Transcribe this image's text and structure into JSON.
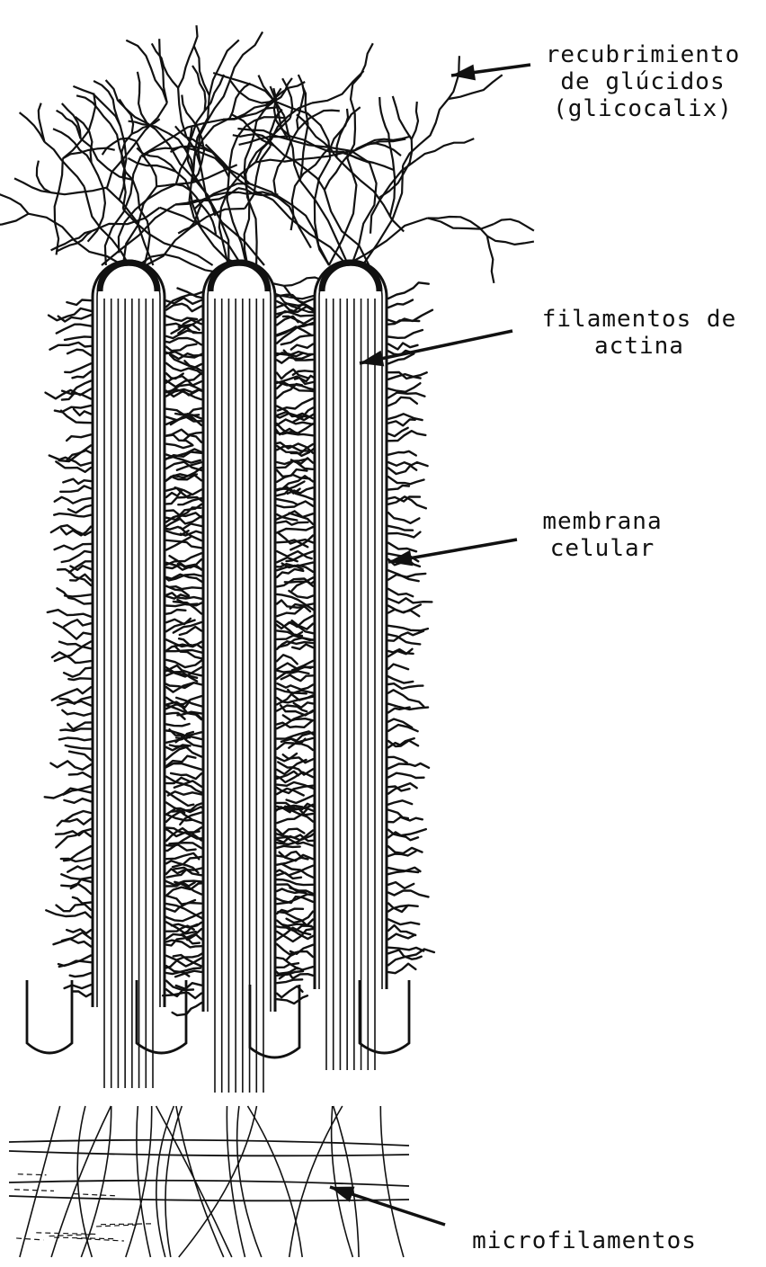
{
  "colors": {
    "ink": "#111111",
    "background": "#ffffff"
  },
  "labels": {
    "glycocalyx": [
      "recubrimiento",
      "de glúcidos",
      "(glicocalix)"
    ],
    "actin": [
      "filamentos de",
      "actina"
    ],
    "membrane": [
      "membrana",
      "celular"
    ],
    "microfilaments": [
      "microfilamentos"
    ]
  }
}
